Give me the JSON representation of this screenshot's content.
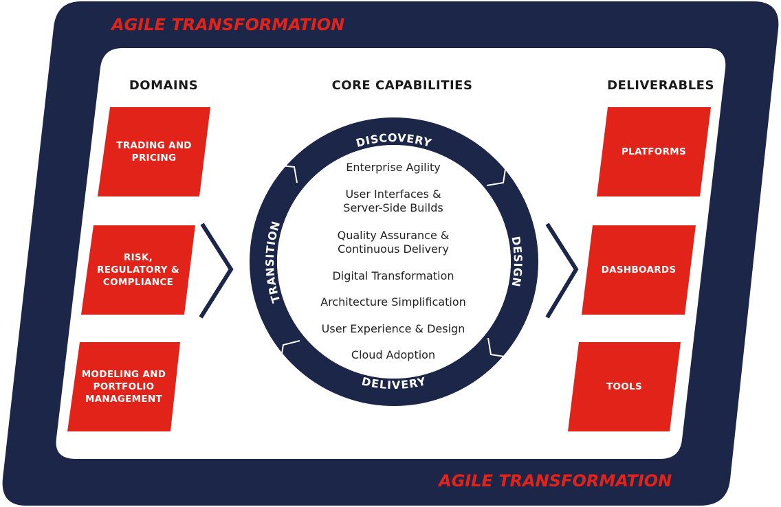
{
  "colors": {
    "navy": "#1c2648",
    "red": "#e2231a",
    "panel": "#ffffff",
    "text": "#222222"
  },
  "banners": {
    "top": "AGILE TRANSFORMATION",
    "bottom": "AGILE TRANSFORMATION"
  },
  "columns": {
    "domains": {
      "heading": "DOMAINS",
      "items": [
        "TRADING AND\nPRICING",
        "RISK,\nREGULATORY &\nCOMPLIANCE",
        "MODELING AND\nPORTFOLIO\nMANAGEMENT"
      ]
    },
    "core": {
      "heading": "CORE CAPABILITIES",
      "items": [
        "Enterprise Agility",
        "User Interfaces &\nServer-Side Builds",
        "Quality Assurance &\nContinuous Delivery",
        "Digital Transformation",
        "Architecture Simplification",
        "User Experience & Design",
        "Cloud Adoption"
      ]
    },
    "deliverables": {
      "heading": "DELIVERABLES",
      "items": [
        "PLATFORMS",
        "DASHBOARDS",
        "TOOLS"
      ]
    }
  },
  "cycle": {
    "stages": [
      "DISCOVERY",
      "DESIGN",
      "DELIVERY",
      "TRANSITION"
    ]
  },
  "icons": {
    "left_arrow": "chevron-right-icon",
    "right_arrow": "chevron-right-icon"
  }
}
